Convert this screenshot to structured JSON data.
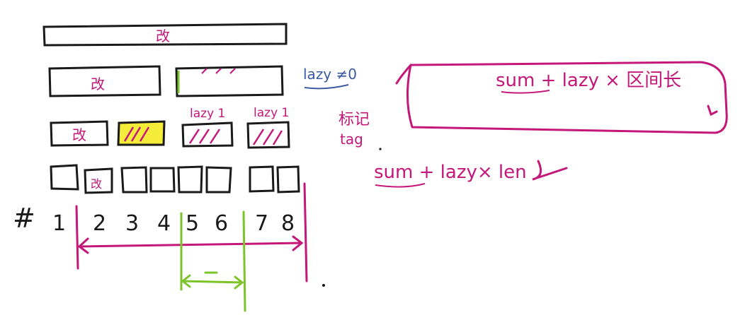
{
  "colors": {
    "ink": "#1a1a1a",
    "magenta": "#c4177a",
    "blue": "#3b5aa0",
    "green": "#7cc42a",
    "yellow": "#f5ec3a"
  },
  "tree": {
    "level0_label": "改",
    "level1_left_label": "改",
    "level2_left_label": "改",
    "level2_lazy_a": "lazy 1",
    "level2_lazy_b": "lazy 1",
    "leaf_label": "改"
  },
  "leaf_indices": {
    "hash": "#",
    "numbers": [
      "1",
      "2",
      "3",
      "4",
      "5",
      "6",
      "7",
      "8"
    ]
  },
  "notes": {
    "lazy_ne": "lazy ≠0",
    "tag_cn": "标记",
    "tag_en": "tag",
    "formula_box": "sum + lazy × 区间长",
    "formula_len": "sum + lazy× len"
  }
}
